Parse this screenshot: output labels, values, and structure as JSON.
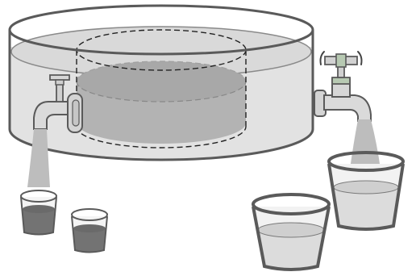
{
  "colors": {
    "stroke": "#5a5a5a",
    "outer_water": "#e2e2e2",
    "outer_water_top": "#dcdcdc",
    "inner_water": "#b4b4b4",
    "inner_water_top": "#a9a9a9",
    "faucet": "#dadada",
    "valve_green": "#b7c9b2",
    "stream": "#bdbdbd",
    "dark_liquid": "#737373",
    "light_liquid": "#dcdcdc"
  },
  "icons": {
    "left_faucet": "tap-icon",
    "right_faucet": "tap-icon",
    "turning_marks": "rotation-marks-icon"
  },
  "levels": {
    "left_cup_1": 0.55,
    "left_cup_2": 0.5,
    "right_glass_small": 0.6,
    "right_glass_large": 0.62
  }
}
